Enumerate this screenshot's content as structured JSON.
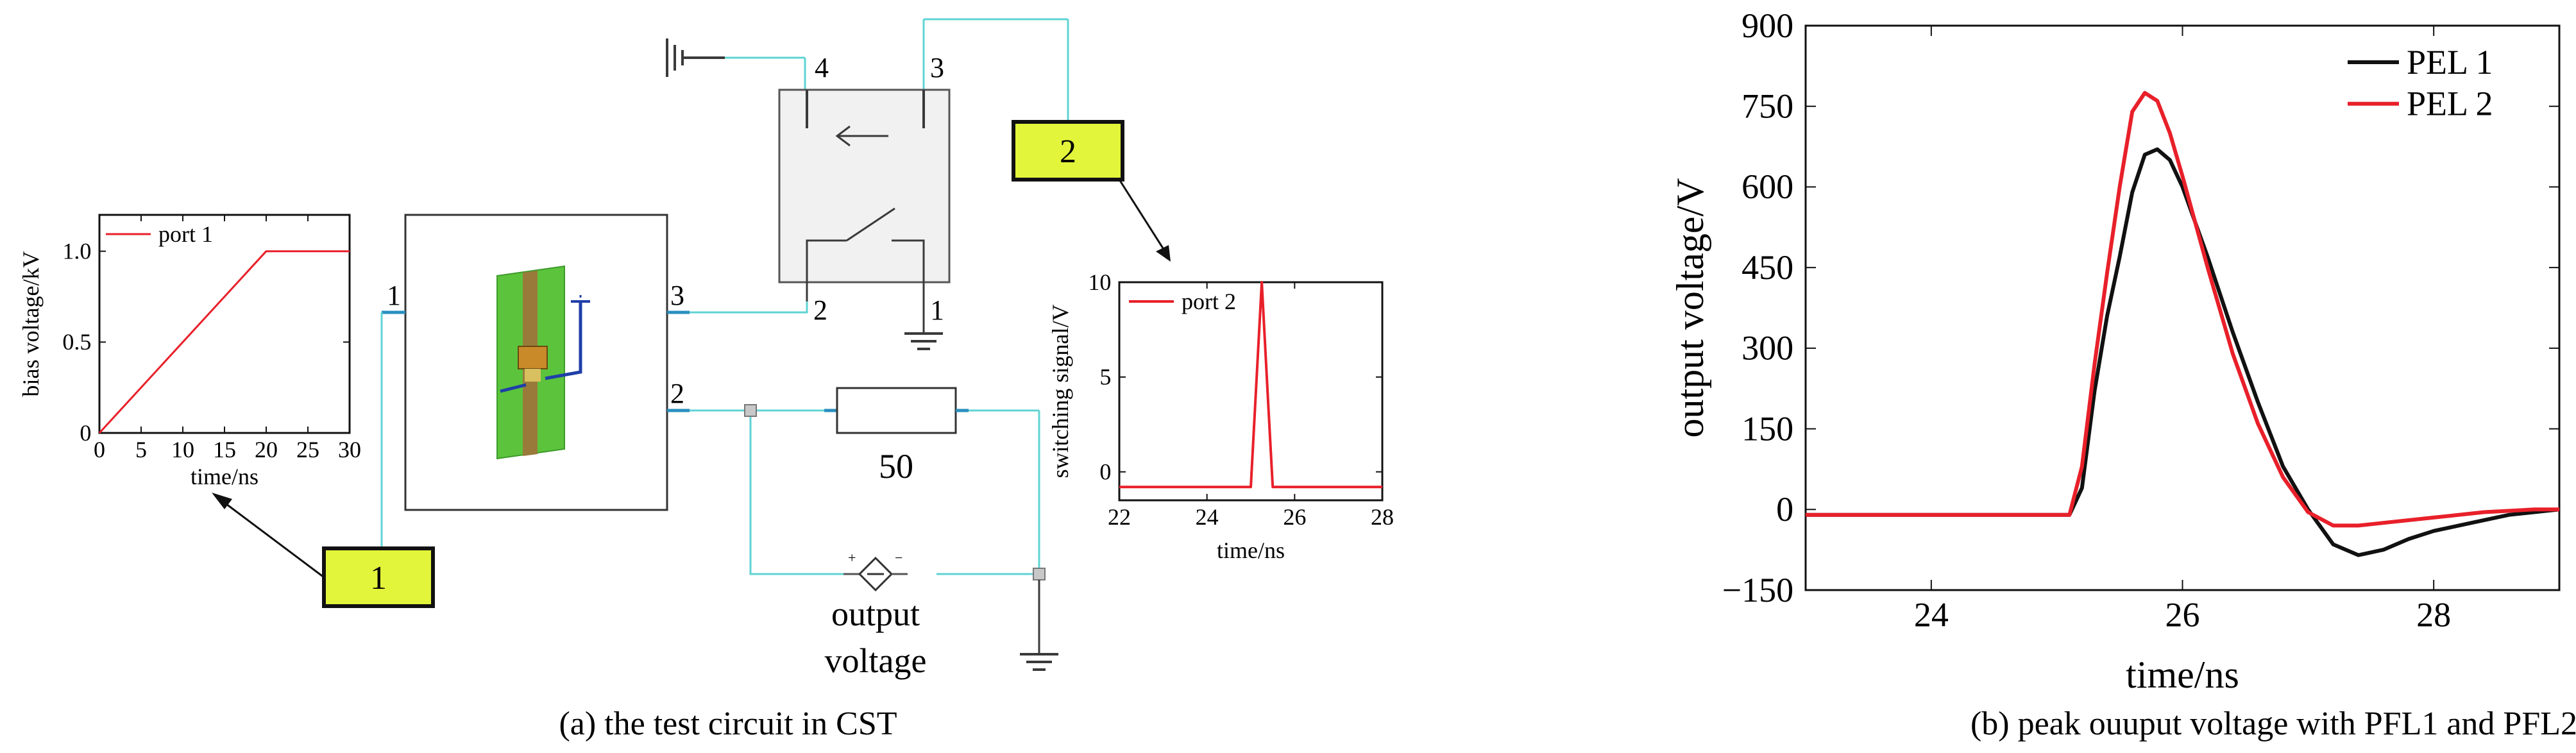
{
  "captions": {
    "left": "(a) the test circuit in CST",
    "right": "(b) peak ouuput voltage with PFL1 and PFL2"
  },
  "circuit": {
    "block_ports": {
      "in": "1",
      "out_top": "3",
      "out_bottom": "2"
    },
    "switch_ports": {
      "p4": "4",
      "p3": "3",
      "p2": "2",
      "p1": "1"
    },
    "resistor_value": "50",
    "callout_1": "1",
    "callout_2": "2",
    "output_label_line1": "output",
    "output_label_line2": "voltage",
    "colors": {
      "wire": "#5fd3d3",
      "callout": "#e3f53a",
      "pcb": "#5bc43c"
    }
  },
  "chart_data": [
    {
      "id": "bias",
      "type": "line",
      "xlabel": "time/ns",
      "ylabel": "bias voltage/kV",
      "xlim": [
        0,
        30
      ],
      "ylim": [
        0,
        1.2
      ],
      "xticks": [
        0,
        5,
        10,
        15,
        20,
        25,
        30
      ],
      "yticks": [
        0,
        0.5,
        1.0
      ],
      "xtick_labels": [
        "0",
        "5",
        "10",
        "15",
        "20",
        "25",
        "30"
      ],
      "ytick_labels": [
        "0",
        "0.5",
        "1.0"
      ],
      "legend": "top-left",
      "series": [
        {
          "name": "port 1",
          "color": "#e8202a",
          "x": [
            0,
            20,
            30
          ],
          "y": [
            0,
            1.0,
            1.0
          ]
        }
      ]
    },
    {
      "id": "switch",
      "type": "line",
      "xlabel": "time/ns",
      "ylabel": "switching signal/V",
      "xlim": [
        22,
        28
      ],
      "ylim": [
        -1.5,
        10
      ],
      "xticks": [
        22,
        24,
        26,
        28
      ],
      "yticks": [
        0,
        5,
        10
      ],
      "xtick_labels": [
        "22",
        "24",
        "26",
        "28"
      ],
      "ytick_labels": [
        "0",
        "5",
        "10"
      ],
      "legend": "top-left",
      "series": [
        {
          "name": "port 2",
          "color": "#e8202a",
          "x": [
            22,
            25.0,
            25.1,
            25.25,
            25.4,
            25.5,
            28
          ],
          "y": [
            -0.8,
            -0.8,
            3.5,
            10,
            3.5,
            -0.8,
            -0.8
          ]
        }
      ]
    },
    {
      "id": "output",
      "type": "line",
      "xlabel": "time/ns",
      "ylabel": "output voltage/V",
      "xlim": [
        23,
        29
      ],
      "ylim": [
        -150,
        900
      ],
      "xticks": [
        24,
        26,
        28
      ],
      "yticks": [
        -150,
        0,
        150,
        300,
        450,
        600,
        750,
        900
      ],
      "xtick_labels": [
        "24",
        "26",
        "28"
      ],
      "ytick_labels": [
        "−150",
        "0",
        "150",
        "300",
        "450",
        "600",
        "750",
        "900"
      ],
      "legend": "top-right",
      "series": [
        {
          "name": "PEL 1",
          "color": "#111111",
          "x": [
            23,
            25.1,
            25.2,
            25.3,
            25.4,
            25.5,
            25.6,
            25.7,
            25.8,
            25.9,
            26.0,
            26.2,
            26.4,
            26.6,
            26.8,
            27.0,
            27.2,
            27.4,
            27.6,
            27.8,
            28.0,
            28.3,
            28.6,
            29.0
          ],
          "y": [
            -10,
            -10,
            40,
            220,
            360,
            470,
            590,
            660,
            670,
            650,
            600,
            470,
            330,
            200,
            80,
            0,
            -65,
            -85,
            -75,
            -55,
            -40,
            -25,
            -10,
            0
          ]
        },
        {
          "name": "PEL 2",
          "color": "#e8202a",
          "x": [
            23,
            25.1,
            25.2,
            25.3,
            25.4,
            25.5,
            25.6,
            25.7,
            25.8,
            25.9,
            26.0,
            26.2,
            26.4,
            26.6,
            26.8,
            27.0,
            27.2,
            27.4,
            27.6,
            28.0,
            28.4,
            28.8,
            29.0
          ],
          "y": [
            -10,
            -10,
            80,
            270,
            440,
            600,
            740,
            775,
            760,
            700,
            620,
            450,
            290,
            160,
            60,
            -5,
            -30,
            -30,
            -25,
            -15,
            -5,
            0,
            0
          ]
        }
      ]
    }
  ]
}
